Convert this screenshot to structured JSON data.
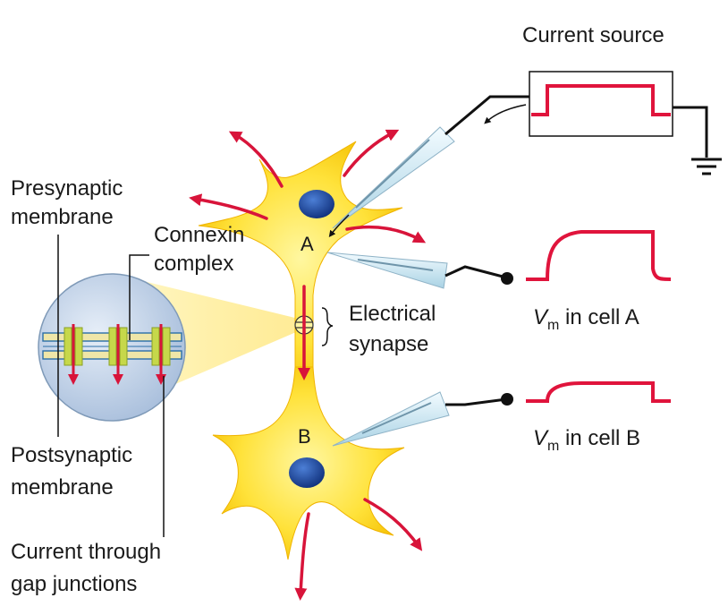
{
  "labels": {
    "current_source": "Current source",
    "presynaptic_line1": "Presynaptic",
    "presynaptic_line2": "membrane",
    "connexin_line1": "Connexin",
    "connexin_line2": "complex",
    "electrical_line1": "Electrical",
    "electrical_line2": "synapse",
    "postsynaptic_line1": "Postsynaptic",
    "postsynaptic_line2": "membrane",
    "current_line1": "Current through",
    "current_line2": "gap junctions",
    "cell_a": "A",
    "cell_b": "B",
    "vm_symbol": "V",
    "vm_subscript": "m",
    "vm_cell_a": " in cell A",
    "vm_cell_b": " in cell B"
  },
  "colors": {
    "cell_fill": "#ffe23a",
    "cell_edge": "#f2b800",
    "nucleus": "#1a4aa0",
    "current_arrow": "#d8143a",
    "trace": "#e0143c",
    "wire": "#111111",
    "electrode": "#cfe7f2",
    "magnifier_fill": "#c9d9ec"
  }
}
